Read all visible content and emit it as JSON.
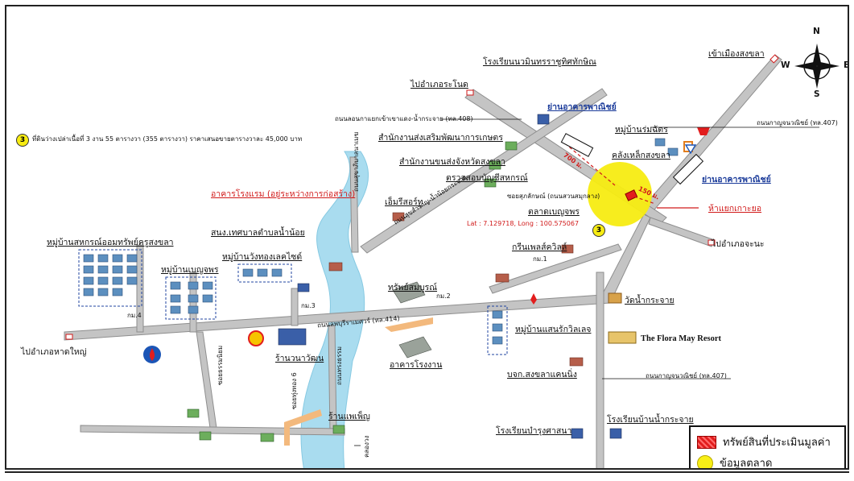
{
  "note": {
    "number": "3",
    "text": "ที่ดินว่างเปล่าเนื้อที่ 3 งาน 55 ตารางวา (355 ตารางวา) ราคาเสนอขายตารางวาละ 45,000 บาท"
  },
  "compass": {
    "n": "N",
    "s": "S",
    "e": "E",
    "w": "W"
  },
  "labels": {
    "to_songkhla": "เข้าเมืองสงขลา",
    "to_ranot": "ไปอำเภอระโนด",
    "to_chana": "ไปอำเภอจะนะ",
    "to_hatyai": "ไปอำเภอหาดใหญ่",
    "school_top": "โรงเรียนนวมินทรราชูทิศทักษิณ",
    "road_408": "ถนนลอนกาแยกเข้าเขาแดง-น้ำกระจาย (ทล.408)",
    "commercial_1": "ย่านอาคารพาณิชย์",
    "ag_office": "สำนักงานส่งเสริมพัฒนาการเกษตร",
    "transport_office": "สำนักงานขนส่งจังหวัดสงขลา",
    "account_office": "ตรวจสอบบัญชีสหกรณ์",
    "village_manat": "หมู่บ้านร่มฉัตร",
    "road_407": "ถนนกาญจนวณิชย์ (ทล.407)",
    "steel_shop": "คลังเหล็กสงขลา",
    "commercial_2": "ย่านอาคารพาณิชย์",
    "km_700": "700 ม.",
    "km_150": "150 ม.",
    "hotel_construction": "อาคารโรงแรม (อยู่ระหว่างการก่อสร้าง)",
    "em_resort": "เอ็มรีสอร์ท",
    "soi_khwan": "ซอยสุภลักษณ์ (ถนนสวนสมุกลาง)",
    "market": "ตลาดเบญจพร",
    "latlong": "Lat : 7.129718, Long : 100.575067",
    "junction": "ห้าแยกเกาะยอ",
    "tambon_office": "สนง.เทศบาลตำบลน้ำน้อย",
    "road_vertical": "ถนนสุขาภิบาลนาเมฆ",
    "road_diag": "ถนนสุขสำราญ-น้ำน้อยกระจาย",
    "village_sahakorn": "หมู่บ้านสหกรณ์ออมทรัพย์ครูสงขลา",
    "village_wangthong": "หมู่บ้านวังทองเลคไซด์",
    "village_benchaporn": "หมู่บ้านเบญจพร",
    "green_place": "กรีนเพลส์ควิลล์",
    "km1": "กม.1",
    "km2": "กม.2",
    "km3": "กม.3",
    "km4": "กม.4",
    "sappasomboon": "ทรัพย์สมบูรณ์",
    "road_414": "ถนนลพบุรีราเมศวร์ (ทล.414)",
    "wat": "วัดน้ำกระจาย",
    "flora": "The Flora May Resort",
    "village_saensuk": "หมู่บ้านแสนรักวิลเลจ",
    "shop_wana": "ร้านวนาวัฒน",
    "factory": "อาคารโรงงาน",
    "bk_songkhla": "บจก.สงขลาแคนนิ่ง",
    "road_407b": "ถนนกาญจนวณิชย์ (ทล.407)",
    "soi_chaweng": "ซอยธรรมนิยม",
    "soi_6": "ซอยทุ่งทอง 6",
    "road_nongbua": "ถนนทรงธรรม",
    "shop_paenyen": "ร้านแพเพ็ญ",
    "school_bamrung": "โรงเรียนบำรุงศาสนา",
    "school_nam": "โรงเรียนบ้านน้ำกระจาย",
    "canal": "คลองวง"
  },
  "legend": {
    "property": "ทรัพย์สินที่ประเมินมูลค่า",
    "market_data": "ข้อมูลตลาด"
  },
  "colors": {
    "road": "#b9b9b9",
    "river": "#a9dcef",
    "market_circle": "#f7ec12",
    "subject": "#e21d1d",
    "text_blue": "#1d3d9b",
    "text_red": "#d11a1a"
  }
}
